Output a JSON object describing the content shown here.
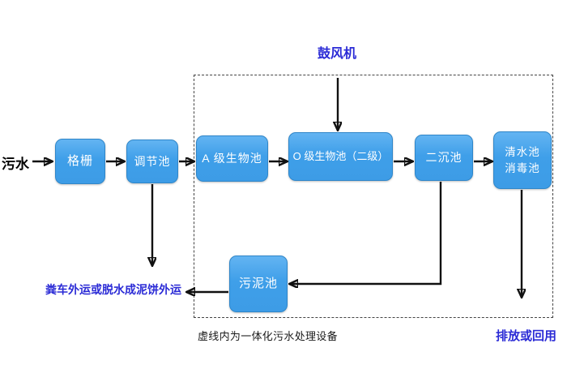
{
  "diagram": {
    "influent": "污水",
    "blower": "鼓风机",
    "sludge_disposal": "粪车外运或脱水成泥饼外运",
    "discharge": "排放或回用",
    "dashed_box_caption": "虚线内为一体化污水处理设备",
    "nodes": {
      "grid": "格栅",
      "regulating_tank": "调节池",
      "a_bio_tank": "A 级生物池",
      "o_bio_tank": "O 级生物池（二级）",
      "secondary_clarifier": "二沉池",
      "clear_water_tank": "清水池",
      "disinfection_tank": "消毒池",
      "sludge_tank": "污泥池"
    },
    "colors": {
      "node_fill": "#3f9fe9",
      "node_border": "#2f86c9",
      "accent_text": "#2b2bd6",
      "line": "#111111"
    }
  }
}
